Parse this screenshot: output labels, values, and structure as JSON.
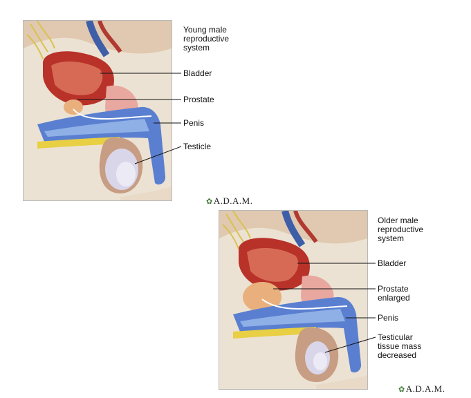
{
  "young": {
    "title": "Young male\nreproductive\nsystem",
    "labels": {
      "bladder": "Bladder",
      "prostate": "Prostate",
      "penis": "Penis",
      "testicle": "Testicle"
    },
    "brand": "A.D.A.M."
  },
  "old": {
    "title": "Older male\nreproductive\nsystem",
    "labels": {
      "bladder": "Bladder",
      "prostate": "Prostate\nenlarged",
      "penis": "Penis",
      "testicle": "Testicular\ntissue mass\ndecreased"
    },
    "brand": "A.D.A.M."
  },
  "colors": {
    "bladder": "#b8322a",
    "urethra_blue": "#5a7fd0",
    "skin": "#e9d9c7",
    "testis": "#d9d6ea",
    "fat_yellow": "#e8cf43"
  },
  "icons": {
    "brand_leaf": "leaf-icon"
  }
}
